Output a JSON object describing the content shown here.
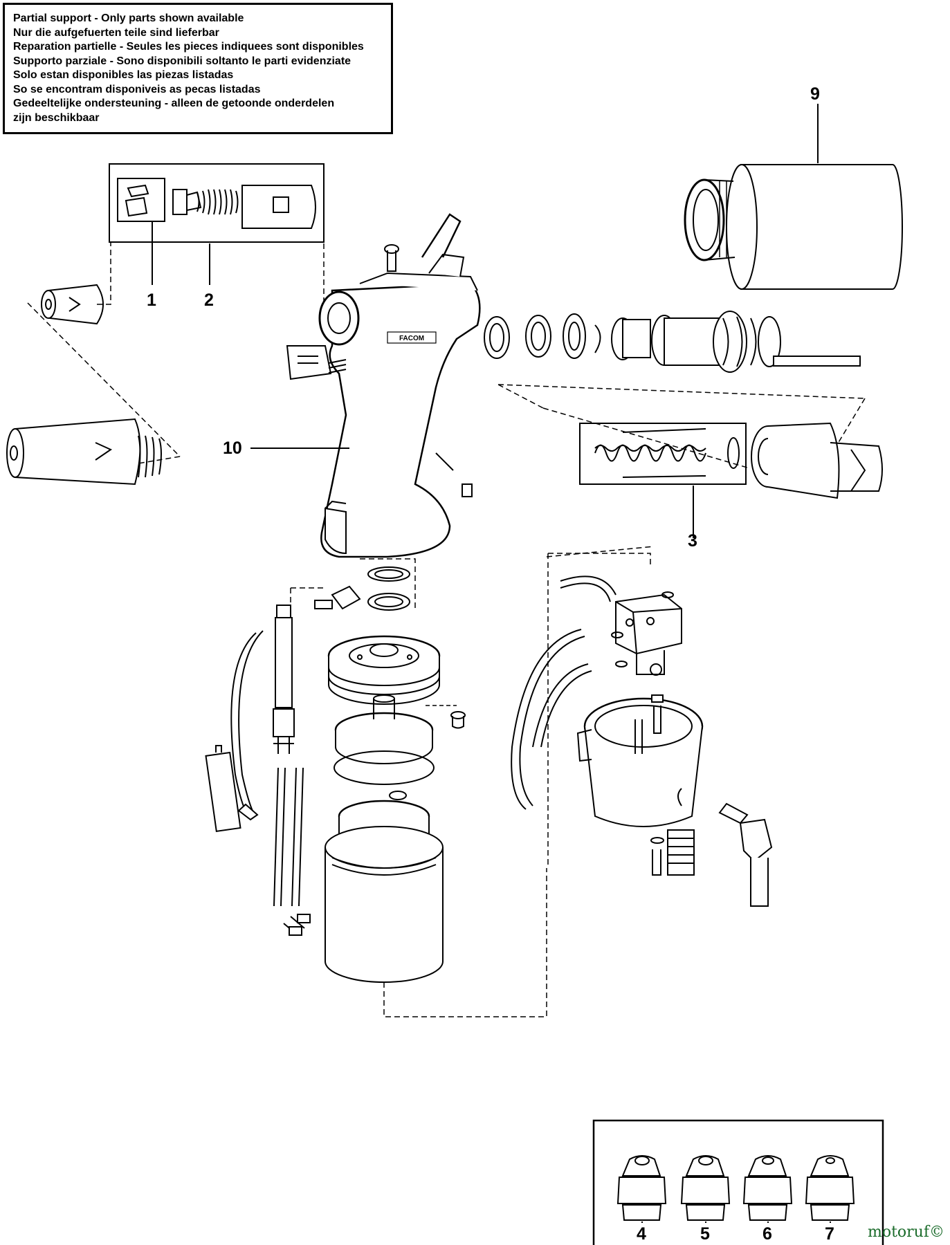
{
  "notice": {
    "lines": [
      "Partial support - Only parts shown available",
      "Nur die aufgefuerten teile sind lieferbar",
      "Reparation partielle - Seules les pieces indiquees sont disponibles",
      "Supporto parziale - Sono disponibili soltanto le parti evidenziate",
      "Solo estan disponibles las piezas listadas",
      "So se encontram disponiveis as pecas listadas",
      "Gedeeltelijke ondersteuning - alleen de getoonde onderdelen",
      "zijn beschikbaar"
    ]
  },
  "callouts": {
    "c1": "1",
    "c2": "2",
    "c3": "3",
    "c4": "4",
    "c5": "5",
    "c6": "6",
    "c7": "7",
    "c9": "9",
    "c10": "10"
  },
  "brand_mark": "FACOM",
  "watermark": "motoruf©"
}
